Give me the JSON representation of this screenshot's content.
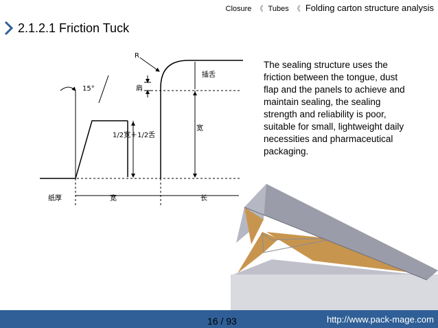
{
  "breadcrumb": {
    "item1": "Closure",
    "item2": "Tubes",
    "item3": "Folding carton structure analysis",
    "separator": "《"
  },
  "slide": {
    "title": "2.1.2.1 Friction Tuck"
  },
  "diagram": {
    "label_r": "R",
    "label_angle": "15°",
    "label_shoulder": "肩",
    "label_tongue": "插舌",
    "label_width_v": "宽",
    "label_formula": "1/2宽＋1/2舌",
    "label_thickness": "纸厚",
    "label_width_h": "宽",
    "label_length": "长"
  },
  "description": "The sealing structure uses the friction between the tongue, dust flap and the panels to achieve and maintain sealing, the sealing strength and reliability is poor, suitable for small, lightweight daily necessities and pharmaceutical packaging.",
  "footer": {
    "page": "16 / 93",
    "site": "http://www.pack-mage.com"
  },
  "colors": {
    "footer": "#2f5f96",
    "flap_inner": "#c8954e",
    "lid": "#9a9caa",
    "box_side": "#d9d9e0"
  }
}
